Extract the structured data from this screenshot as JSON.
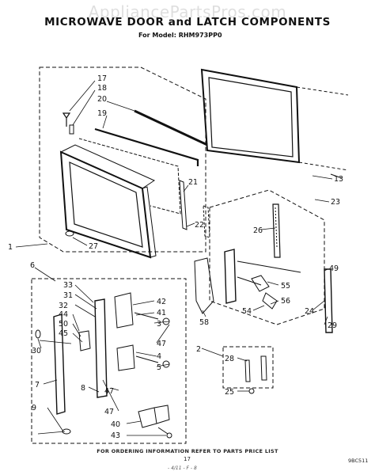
{
  "watermark": "AppliancePartsPros.com",
  "title": "MICROWAVE DOOR and LATCH COMPONENTS",
  "subtitle": "For Model: RHM973PP0",
  "footer": {
    "ordering_note": "FOR ORDERING INFORMATION REFER TO PARTS PRICE LIST",
    "page_number": "17",
    "handwritten_note": "- 4/11 - F - 8",
    "doc_code": "9BC511"
  },
  "callouts": {
    "c17": "17",
    "c18": "18",
    "c20": "20",
    "c19": "19",
    "c21": "21",
    "c22": "22",
    "c27": "27",
    "c1": "1",
    "c13": "13",
    "c23": "23",
    "c26": "26",
    "c49": "49",
    "c55": "55",
    "c56": "56",
    "c54": "54",
    "c24": "24",
    "c29": "29",
    "c58": "58",
    "c6": "6",
    "c33": "33",
    "c31": "31",
    "c32": "32",
    "c44": "44",
    "c50": "50",
    "c45": "45",
    "c30": "30",
    "c7": "7",
    "c9": "9",
    "c8": "8",
    "c42": "42",
    "c41": "41",
    "c3": "3",
    "c47a": "47",
    "c4": "4",
    "c5": "5",
    "c47b": "47",
    "c47c": "47",
    "c40": "40",
    "c43": "43",
    "c2": "2",
    "c28": "28",
    "c25": "25"
  }
}
